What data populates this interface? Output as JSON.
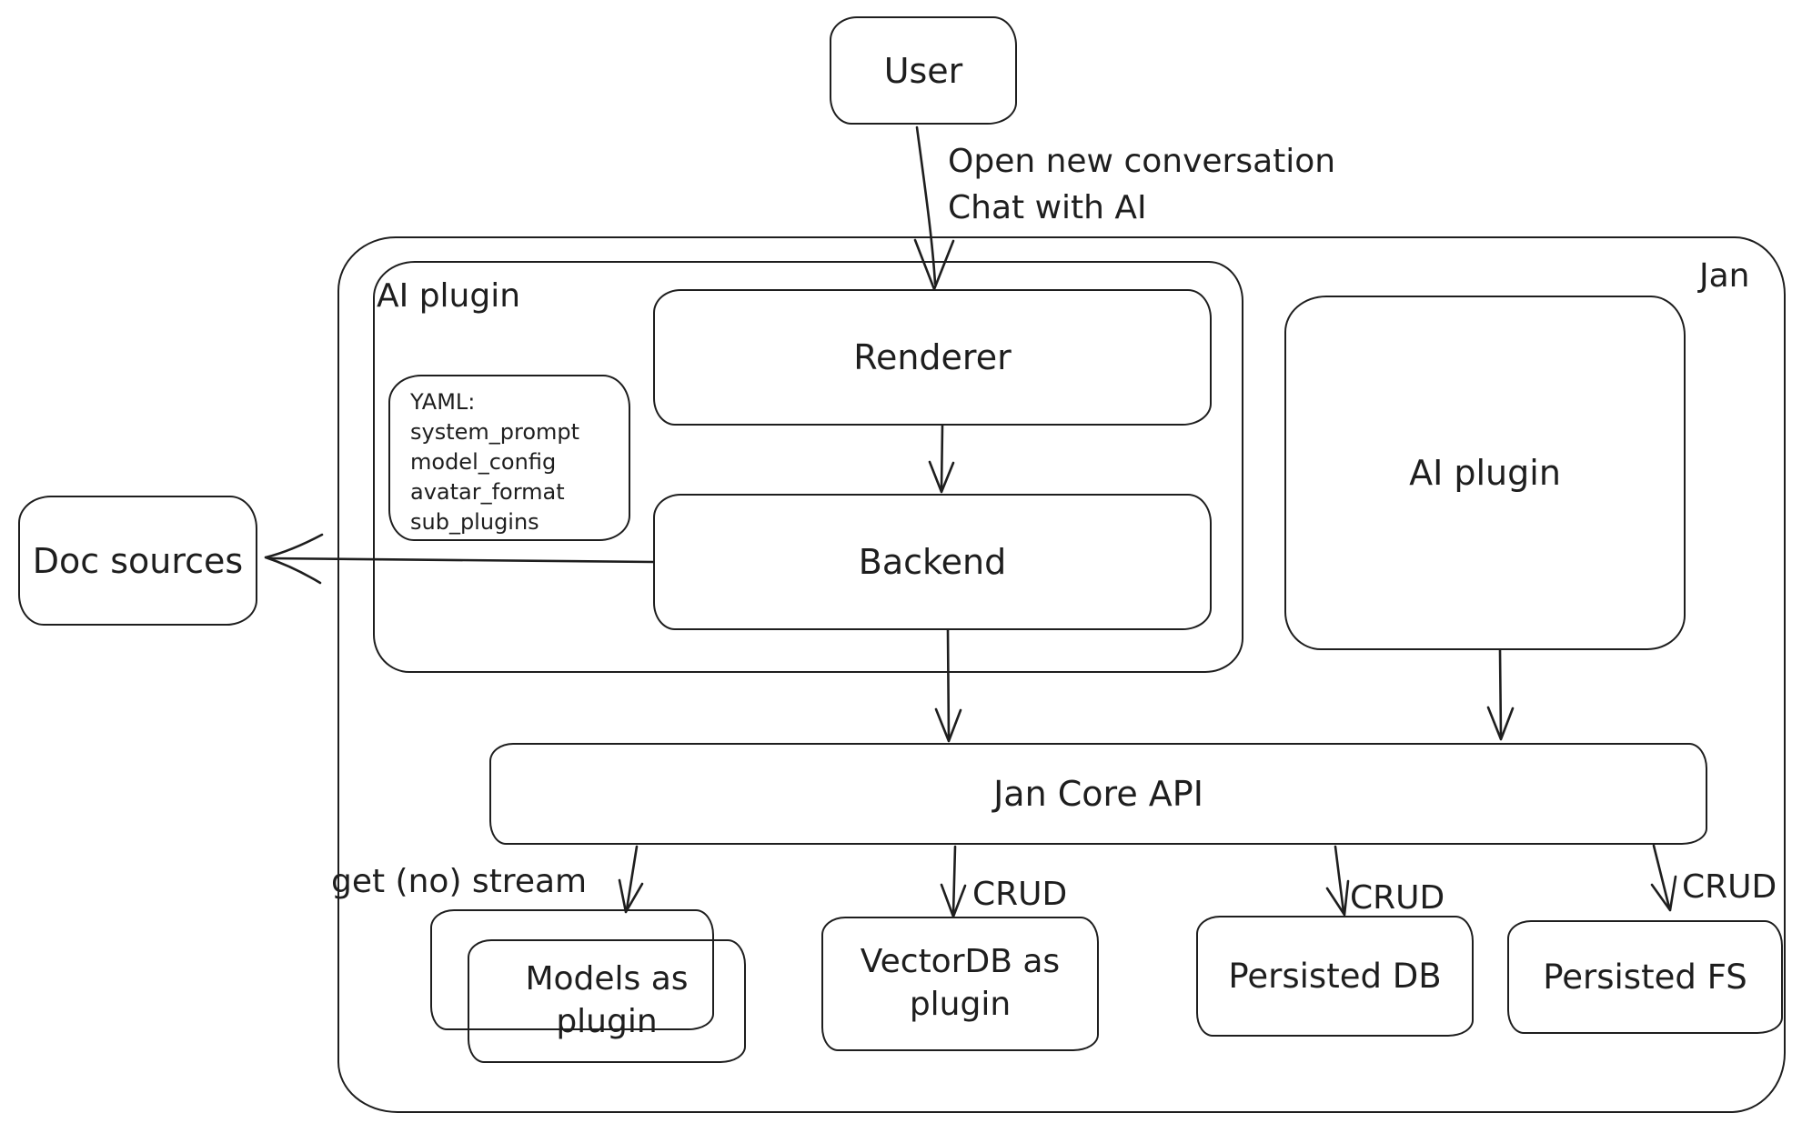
{
  "colors": {
    "stroke": "#1e1e1e",
    "background": "#ffffff"
  },
  "nodes": {
    "user": {
      "label": "User"
    },
    "jan": {
      "label": "Jan"
    },
    "ai_plugin_left": {
      "label": "AI plugin"
    },
    "renderer": {
      "label": "Renderer"
    },
    "yaml_note": {
      "lines": [
        "YAML:",
        "system_prompt",
        "model_config",
        "avatar_format",
        "sub_plugins"
      ]
    },
    "backend": {
      "label": "Backend"
    },
    "ai_plugin_right": {
      "label": "AI plugin"
    },
    "doc_sources": {
      "label": "Doc sources"
    },
    "jan_core_api": {
      "label": "Jan Core API"
    },
    "models_as_plugin": {
      "lines": [
        "Models as",
        "plugin"
      ]
    },
    "vectordb_as_plugin": {
      "lines": [
        "VectorDB as",
        "plugin"
      ]
    },
    "persisted_db": {
      "label": "Persisted DB"
    },
    "persisted_fs": {
      "label": "Persisted FS"
    }
  },
  "edges": {
    "user_to_renderer": {
      "label_lines": [
        "Open new conversation",
        "Chat with AI"
      ]
    },
    "jan_core_to_models": {
      "label": "get (no) stream"
    },
    "jan_core_to_vectordb": {
      "label": "CRUD"
    },
    "jan_core_to_persisted_db": {
      "label": "CRUD"
    },
    "jan_core_to_persisted_fs": {
      "label": "CRUD"
    }
  }
}
